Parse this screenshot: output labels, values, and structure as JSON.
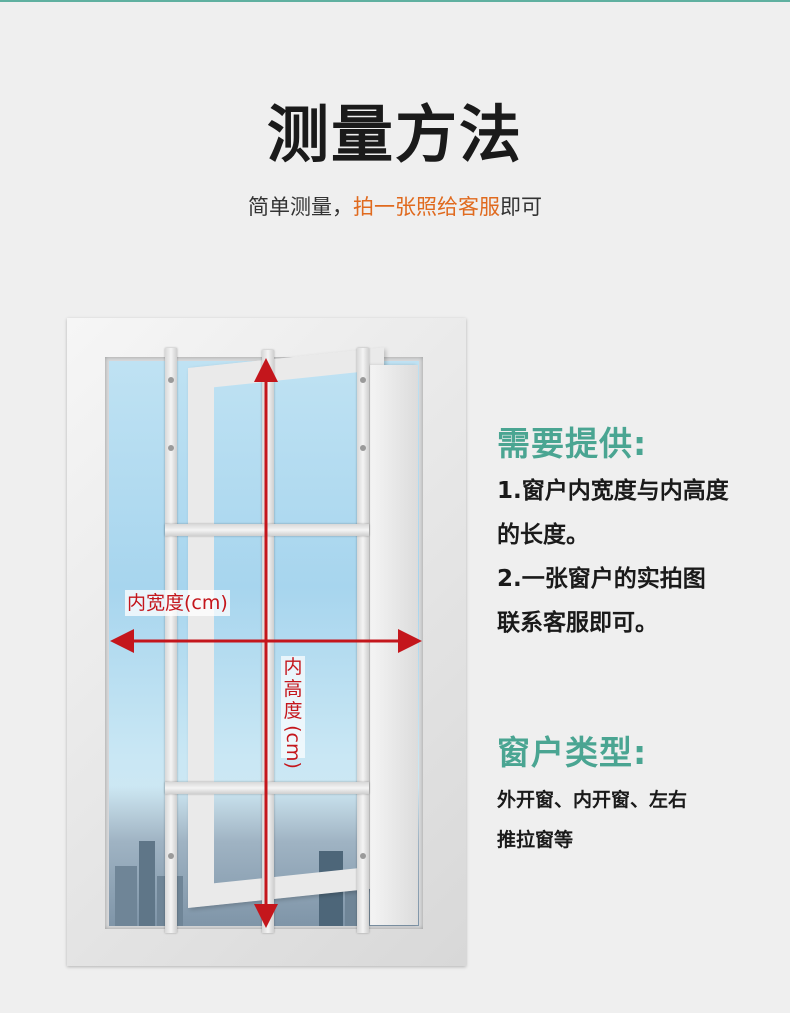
{
  "header": {
    "title": "测量方法",
    "subtitle_prefix": "简单测量，",
    "subtitle_highlight": "拍一张照给客服",
    "subtitle_suffix": "即可"
  },
  "illustration": {
    "width_label": "内宽度(cm)",
    "height_label_chars": [
      "内",
      "高",
      "度"
    ],
    "height_label_unit": "(cm)",
    "arrow_color": "#c4161c"
  },
  "requirements": {
    "title": "需要提供:",
    "lines": [
      "1.窗户内宽度与内高度",
      "的长度。",
      "2.一张窗户的实拍图",
      "联系客服即可。"
    ]
  },
  "window_types": {
    "title": "窗户类型:",
    "lines": [
      "外开窗、内开窗、左右",
      "推拉窗等"
    ]
  },
  "colors": {
    "accent_teal": "#4aa592",
    "highlight_orange": "#e06a1e"
  }
}
